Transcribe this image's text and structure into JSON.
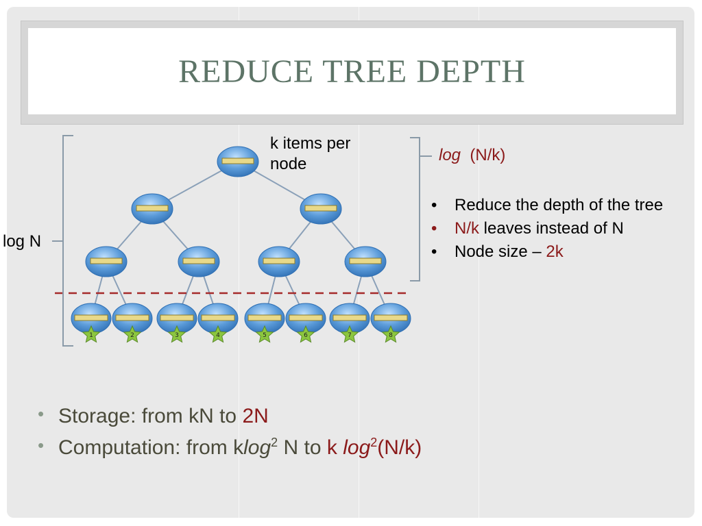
{
  "title": "REDUCE TREE DEPTH",
  "diagram": {
    "k_items_label": "k items per node",
    "log_n_label": "log N",
    "log_nk_italic": "log",
    "log_nk_rest": "(N/k)",
    "leaf_numbers": [
      "1",
      "2",
      "3",
      "4",
      "5",
      "6",
      "7",
      "8"
    ]
  },
  "right_bullets": [
    {
      "text": "Reduce the depth of the tree"
    },
    {
      "highlight": "N/k",
      "rest": " leaves instead of N"
    },
    {
      "text": "Node size – ",
      "highlight": "2k"
    }
  ],
  "bottom_bullets": {
    "storage_prefix": "Storage: from kN to ",
    "storage_highlight": "2N",
    "comp_prefix": "Computation: from k",
    "comp_log": "log",
    "comp_sup": "2",
    "comp_mid": " N to ",
    "comp_k": "k ",
    "comp_log2": "log",
    "comp_sup2": "2",
    "comp_end": "(N/k)"
  },
  "colors": {
    "title": "#5d7467",
    "highlight": "#8b1a1a",
    "node_blue": "#4f8ed0",
    "leaf_green": "#8cc63f",
    "dashed_line": "#a52a2a"
  }
}
